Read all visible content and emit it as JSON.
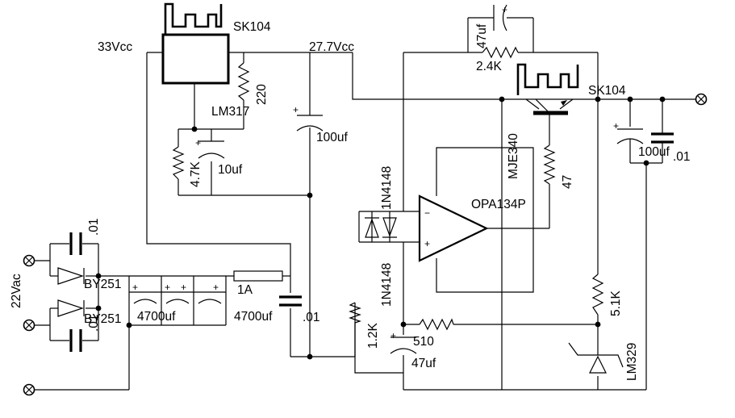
{
  "labels": {
    "rail_33": "33Vcc",
    "rail_277": "27.7Vcc",
    "reg_heatsink": "SK104",
    "reg_name": "LM317",
    "r_220": "220",
    "r_47k": "4.7K",
    "c_10uf": "10uf",
    "c_100uf_a": "100uf",
    "c_001_top": ".01",
    "c_001_bot": ".01",
    "c_001_mid": ".01",
    "c_001_out": ".01",
    "d_by251_a": "BY251",
    "d_by251_b": "BY251",
    "c_4700_a": "4700uf",
    "c_4700_b": "4700uf",
    "fuse": "1A",
    "ac_in": "22Vac",
    "d_1n4148_a": "1N4148",
    "d_1n4148_b": "1N4148",
    "r_12k": "1.2K",
    "r_510": "510",
    "c_47uf": "47uf",
    "opamp": "OPA134P",
    "transistor": "MJE340",
    "r_47": "47",
    "out_heatsink": "SK104",
    "c_100uf_b": "100uf",
    "c_47uf_fb": "47uf",
    "r_24k": "2.4K",
    "r_51k": "5.1K",
    "ref": "LM329",
    "plus": "+",
    "minus": "−"
  }
}
